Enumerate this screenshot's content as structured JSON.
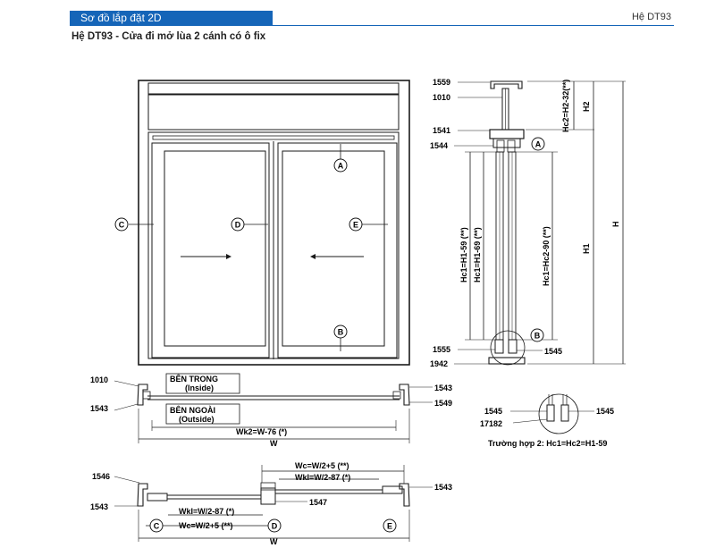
{
  "header": {
    "section_title": "Sơ đồ lắp đặt 2D",
    "system_code": "Hệ DT93"
  },
  "page": {
    "subtitle": "Hệ DT93 - Cửa đi mở lùa 2 cánh có ô fix"
  },
  "diagram": {
    "markers": {
      "A": "A",
      "B": "B",
      "C": "C",
      "D": "D",
      "E": "E"
    },
    "section_view": {
      "profiles": {
        "top": "1559",
        "mullion": "1010",
        "transom": "1541",
        "sash_top": "1544",
        "sash_bottom_left": "1555",
        "sash_bottom_right": "1545",
        "sill": "1942"
      },
      "dimensions": {
        "hc2": "Hc2=H2-32(**)",
        "h2": "H2",
        "h": "H",
        "h1": "H1",
        "hc1_a": "Hc1=H1-59 (**)",
        "hc1_b": "Hc1=H1-69 (**)",
        "hc2_b": "Hc1=Hc2-90 (**)"
      }
    },
    "plan_fixed": {
      "labels": {
        "left_profile": "1010",
        "left_bottom": "1543",
        "right_top": "1543",
        "right_bottom": "1549",
        "inside": "BÊN TRONG",
        "inside_en": "(Inside)",
        "outside": "BÊN NGOÀI",
        "outside_en": "(Outside)"
      },
      "dimensions": {
        "wk2": "Wk2=W-76 (*)",
        "w": "W"
      }
    },
    "case2": {
      "left_label": "1545",
      "left_bottom": "17182",
      "right_label": "1545",
      "caption": "Trường hợp 2: Hc1=Hc2=H1-59"
    },
    "plan_sliding": {
      "labels": {
        "left_top": "1546",
        "left_bottom": "1543",
        "center": "1547",
        "right": "1543"
      },
      "dimensions": {
        "wc_top": "Wc=W/2+5 (**)",
        "wki_top": "WkI=W/2-87 (*)",
        "wki_bottom": "WkI=W/2-87 (*)",
        "wc_bottom": "Wc=W/2+5 (**)",
        "w": "W"
      }
    }
  }
}
